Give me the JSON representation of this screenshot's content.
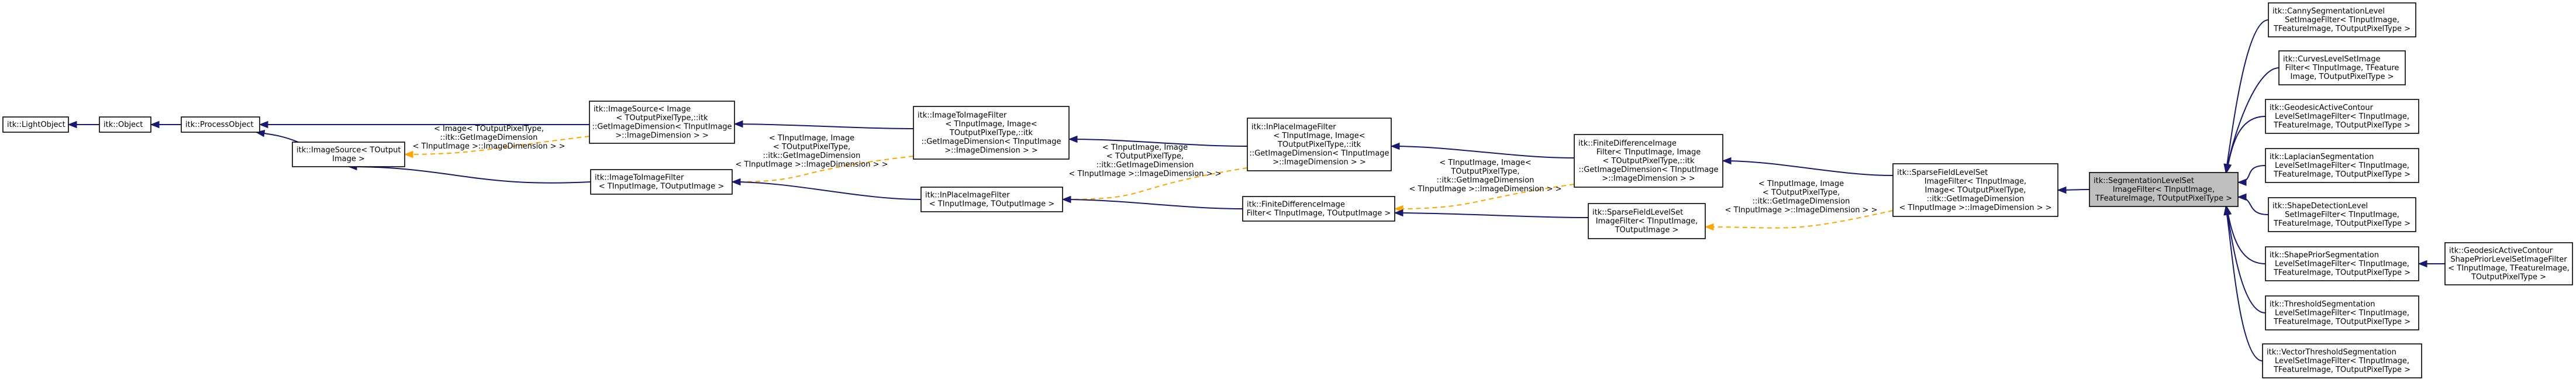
{
  "nodes": {
    "lightobject": [
      "itk::LightObject"
    ],
    "object": [
      "itk::Object"
    ],
    "processobject": [
      "itk::ProcessObject"
    ],
    "imagesource_out": [
      "itk::ImageSource< TOutput",
      "Image >"
    ],
    "imagesource_img": [
      "itk::ImageSource< Image",
      "< TOutputPixelType,::itk",
      "::GetImageDimension< TInputImage",
      ">::ImageDimension > >"
    ],
    "imagetoimage_inout": [
      "itk::ImageToImageFilter",
      "< TInputImage, TOutputImage >"
    ],
    "imagetoimage_img": [
      "itk::ImageToImageFilter",
      "< TInputImage, Image<",
      "TOutputPixelType,::itk",
      "::GetImageDimension< TInputImage",
      ">::ImageDimension > >"
    ],
    "inplace_inout": [
      "itk::InPlaceImageFilter",
      "< TInputImage, TOutputImage >"
    ],
    "inplace_img": [
      "itk::InPlaceImageFilter",
      "< TInputImage, Image<",
      "TOutputPixelType,::itk",
      "::GetImageDimension< TInputImage",
      ">::ImageDimension > >"
    ],
    "finitediff_inout": [
      "itk::FiniteDifferenceImage",
      "Filter< TInputImage, TOutputImage >"
    ],
    "finitediff_img": [
      "itk::FiniteDifferenceImage",
      "Filter< TInputImage, Image",
      "< TOutputPixelType,::itk",
      "::GetImageDimension< TInputImage",
      ">::ImageDimension > >"
    ],
    "sparsefield_inout": [
      "itk::SparseFieldLevelSet",
      "ImageFilter< TInputImage,",
      "TOutputImage >"
    ],
    "sparsefield_img": [
      "itk::SparseFieldLevelSet",
      "ImageFilter< TInputImage,",
      "Image< TOutputPixelType,",
      "::itk::GetImageDimension",
      "< TInputImage >::ImageDimension > >"
    ],
    "segmentation": [
      "itk::SegmentationLevelSet",
      "ImageFilter< TInputImage,",
      "TFeatureImage, TOutputPixelType >"
    ],
    "canny": [
      "itk::CannySegmentationLevel",
      "SetImageFilter< TInputImage,",
      "TFeatureImage, TOutputPixelType >"
    ],
    "curves": [
      "itk::CurvesLevelSetImage",
      "Filter< TInputImage, TFeature",
      "Image, TOutputPixelType >"
    ],
    "geodesic": [
      "itk::GeodesicActiveContour",
      "LevelSetImageFilter< TInputImage,",
      "TFeatureImage, TOutputPixelType >"
    ],
    "laplacian": [
      "itk::LaplacianSegmentation",
      "LevelSetImageFilter< TInputImage,",
      "TFeatureImage, TOutputPixelType >"
    ],
    "shapedetection": [
      "itk::ShapeDetectionLevel",
      "SetImageFilter< TInputImage,",
      "TFeatureImage, TOutputPixelType >"
    ],
    "shapeprior": [
      "itk::ShapePriorSegmentation",
      "LevelSetImageFilter< TInputImage,",
      "TFeatureImage, TOutputPixelType >"
    ],
    "geodesicshape": [
      "itk::GeodesicActiveContour",
      "ShapePriorLevelSetImageFilter",
      "< TInputImage, TFeatureImage,",
      "TOutputPixelType >"
    ],
    "threshold": [
      "itk::ThresholdSegmentation",
      "LevelSetImageFilter< TInputImage,",
      "TFeatureImage, TOutputPixelType >"
    ],
    "vectorthreshold": [
      "itk::VectorThresholdSegmentation",
      "LevelSetImageFilter< TInputImage,",
      "TFeatureImage, TOutputPixelType >"
    ]
  },
  "edge_labels": {
    "imagesource": [
      "< Image< TOutputPixelType,",
      "::itk::GetImageDimension",
      "< TInputImage >::ImageDimension > >"
    ],
    "imagetoimage": [
      "< TInputImage, Image",
      "< TOutputPixelType,",
      "::itk::GetImageDimension",
      "< TInputImage >::ImageDimension > >"
    ],
    "inplace": [
      "< TInputImage, Image",
      "< TOutputPixelType,",
      "::itk::GetImageDimension",
      "< TInputImage >::ImageDimension > >"
    ],
    "finitediff": [
      "< TInputImage, Image<",
      "TOutputPixelType,",
      "::itk::GetImageDimension",
      "< TInputImage >::ImageDimension > >"
    ],
    "sparsefield": [
      "< TInputImage, Image",
      "< TOutputPixelType,",
      "::itk::GetImageDimension",
      "< TInputImage >::ImageDimension > >"
    ]
  },
  "colors": {
    "inheritance_edge": "#191970",
    "template_edge": "#ffa500",
    "current_node_fill": "#bfbfbf"
  }
}
